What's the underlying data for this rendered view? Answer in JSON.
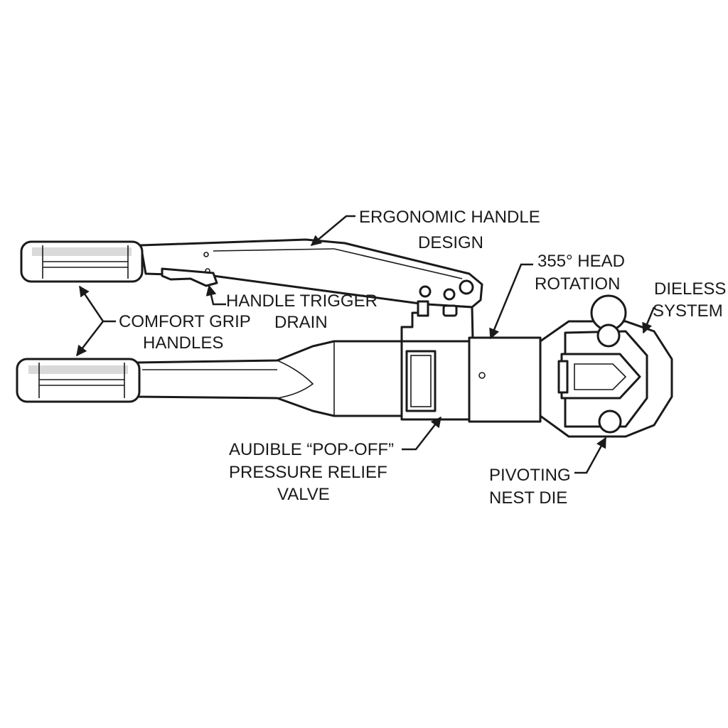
{
  "labels": {
    "ergonomic": [
      "ERGONOMIC HANDLE",
      "DESIGN"
    ],
    "head_rotation": [
      "355° HEAD",
      "ROTATION"
    ],
    "dieless": [
      "DIELESS",
      "SYSTEM"
    ],
    "trigger": [
      "HANDLE TRIGGER",
      "DRAIN"
    ],
    "comfort": [
      "COMFORT GRIP",
      "HANDLES"
    ],
    "audible": [
      "AUDIBLE “POP-OFF”",
      "PRESSURE RELIEF",
      "VALVE"
    ],
    "pivoting": [
      "PIVOTING",
      "NEST DIE"
    ]
  }
}
